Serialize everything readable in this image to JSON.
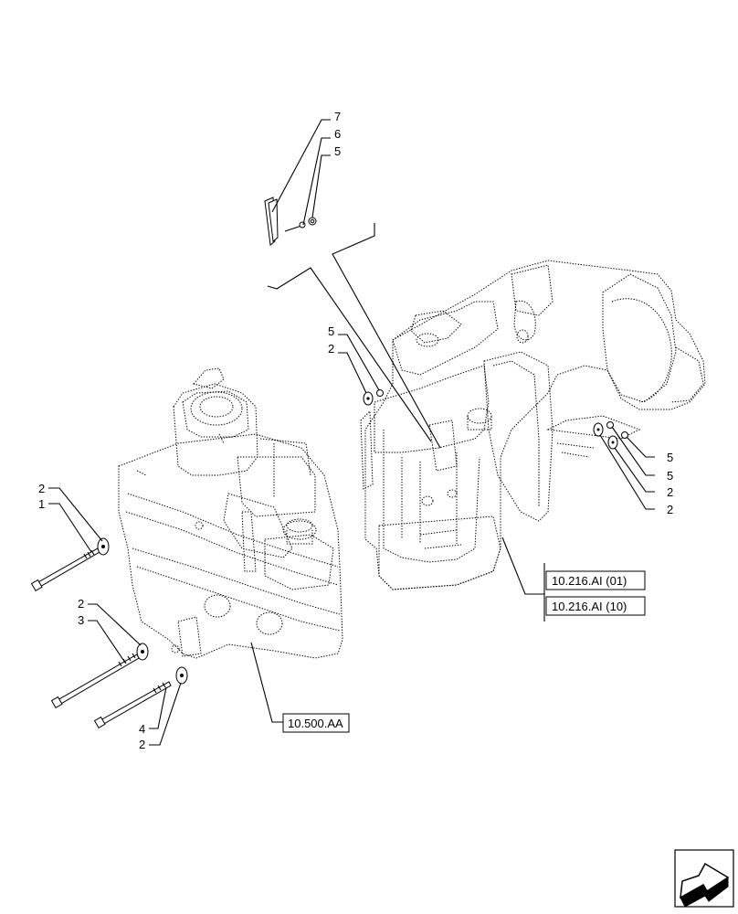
{
  "callouts": {
    "top_7": "7",
    "top_6": "6",
    "top_5": "5",
    "mid_5": "5",
    "mid_2": "2",
    "right_5a": "5",
    "right_5b": "5",
    "right_2a": "2",
    "right_2b": "2",
    "left_2a": "2",
    "left_1": "1",
    "left_2b": "2",
    "left_3": "3",
    "bottom_4": "4",
    "bottom_2": "2"
  },
  "references": {
    "ref_a": "10.216.AI (01)",
    "ref_b": "10.216.AI (10)",
    "ref_c": "10.500.AA"
  },
  "nav_icon": "next-page-arrow-icon"
}
